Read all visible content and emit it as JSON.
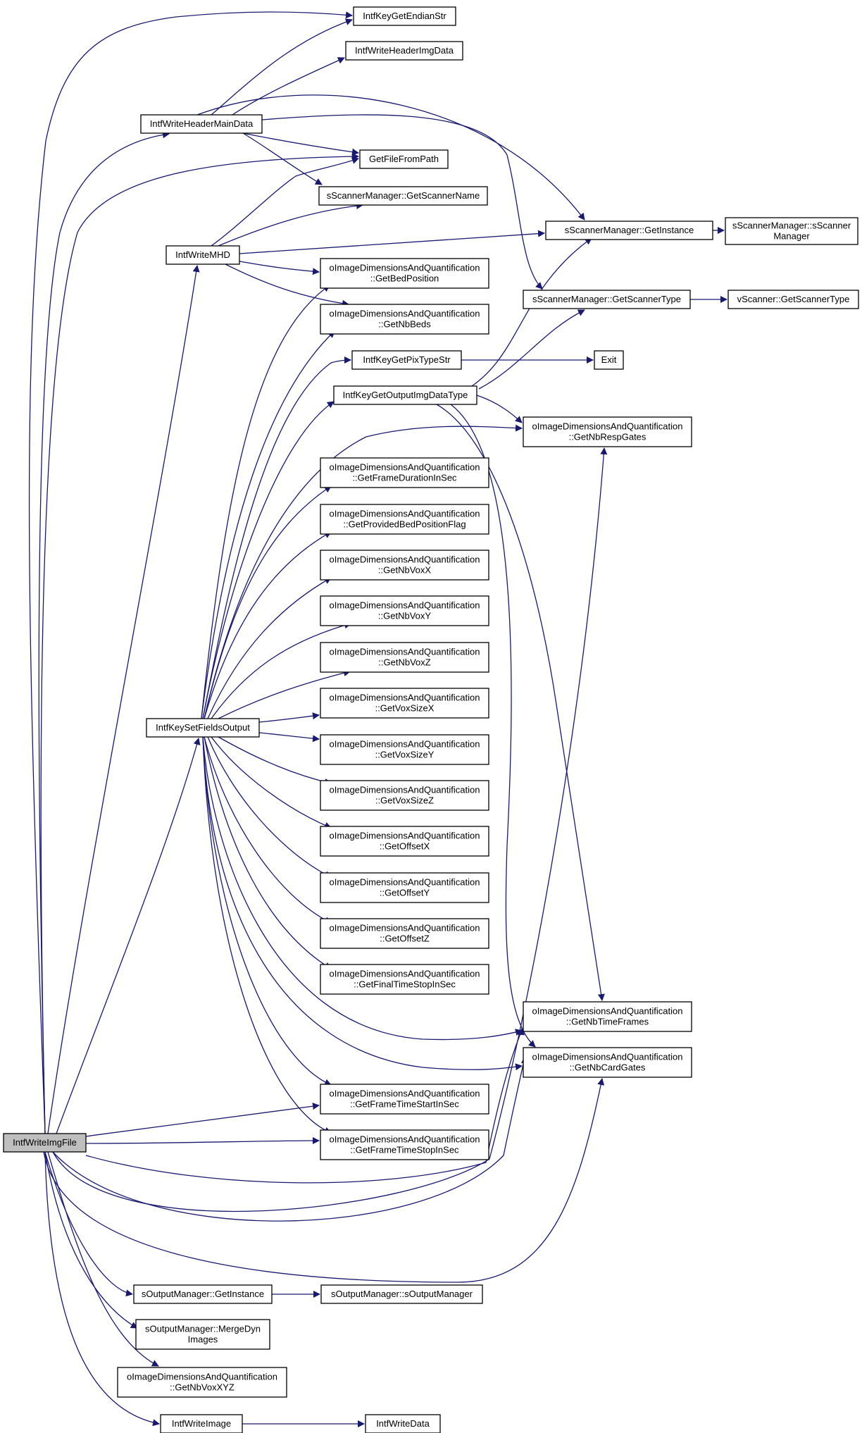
{
  "graph": {
    "edge_color": "#191970",
    "root_fill": "#bfbfbf",
    "nodes": [
      {
        "id": "root",
        "lines": [
          "IntfWriteImgFile"
        ]
      },
      {
        "id": "endian",
        "lines": [
          "IntfKeyGetEndianStr"
        ]
      },
      {
        "id": "hdrimg",
        "lines": [
          "IntfWriteHeaderImgData"
        ]
      },
      {
        "id": "hdrmain",
        "lines": [
          "IntfWriteHeaderMainData"
        ]
      },
      {
        "id": "getfile",
        "lines": [
          "GetFileFromPath"
        ]
      },
      {
        "id": "scanname",
        "lines": [
          "sScannerManager::GetScannerName"
        ]
      },
      {
        "id": "scaninst",
        "lines": [
          "sScannerManager::GetInstance"
        ]
      },
      {
        "id": "scanctor",
        "lines": [
          "sScannerManager::sScanner",
          "Manager"
        ]
      },
      {
        "id": "mhd",
        "lines": [
          "IntfWriteMHD"
        ]
      },
      {
        "id": "bedpos",
        "lines": [
          "oImageDimensionsAndQuantification",
          "::GetBedPosition"
        ]
      },
      {
        "id": "scantype",
        "lines": [
          "sScannerManager::GetScannerType"
        ]
      },
      {
        "id": "vscantype",
        "lines": [
          "vScanner::GetScannerType"
        ]
      },
      {
        "id": "nbbeds",
        "lines": [
          "oImageDimensionsAndQuantification",
          "::GetNbBeds"
        ]
      },
      {
        "id": "pixtype",
        "lines": [
          "IntfKeyGetPixTypeStr"
        ]
      },
      {
        "id": "exit",
        "lines": [
          "Exit"
        ]
      },
      {
        "id": "outtype",
        "lines": [
          "IntfKeyGetOutputImgDataType"
        ]
      },
      {
        "id": "resp",
        "lines": [
          "oImageDimensionsAndQuantification",
          "::GetNbRespGates"
        ]
      },
      {
        "id": "framedur",
        "lines": [
          "oImageDimensionsAndQuantification",
          "::GetFrameDurationInSec"
        ]
      },
      {
        "id": "provbed",
        "lines": [
          "oImageDimensionsAndQuantification",
          "::GetProvidedBedPositionFlag"
        ]
      },
      {
        "id": "voxx",
        "lines": [
          "oImageDimensionsAndQuantification",
          "::GetNbVoxX"
        ]
      },
      {
        "id": "voxy",
        "lines": [
          "oImageDimensionsAndQuantification",
          "::GetNbVoxY"
        ]
      },
      {
        "id": "voxz",
        "lines": [
          "oImageDimensionsAndQuantification",
          "::GetNbVoxZ"
        ]
      },
      {
        "id": "setfields",
        "lines": [
          "IntfKeySetFieldsOutput"
        ]
      },
      {
        "id": "vsx",
        "lines": [
          "oImageDimensionsAndQuantification",
          "::GetVoxSizeX"
        ]
      },
      {
        "id": "vsy",
        "lines": [
          "oImageDimensionsAndQuantification",
          "::GetVoxSizeY"
        ]
      },
      {
        "id": "vsz",
        "lines": [
          "oImageDimensionsAndQuantification",
          "::GetVoxSizeZ"
        ]
      },
      {
        "id": "offx",
        "lines": [
          "oImageDimensionsAndQuantification",
          "::GetOffsetX"
        ]
      },
      {
        "id": "offy",
        "lines": [
          "oImageDimensionsAndQuantification",
          "::GetOffsetY"
        ]
      },
      {
        "id": "offz",
        "lines": [
          "oImageDimensionsAndQuantification",
          "::GetOffsetZ"
        ]
      },
      {
        "id": "finalstop",
        "lines": [
          "oImageDimensionsAndQuantification",
          "::GetFinalTimeStopInSec"
        ]
      },
      {
        "id": "timeframes",
        "lines": [
          "oImageDimensionsAndQuantification",
          "::GetNbTimeFrames"
        ]
      },
      {
        "id": "cardgates",
        "lines": [
          "oImageDimensionsAndQuantification",
          "::GetNbCardGates"
        ]
      },
      {
        "id": "ftstart",
        "lines": [
          "oImageDimensionsAndQuantification",
          "::GetFrameTimeStartInSec"
        ]
      },
      {
        "id": "ftstop",
        "lines": [
          "oImageDimensionsAndQuantification",
          "::GetFrameTimeStopInSec"
        ]
      },
      {
        "id": "outinst",
        "lines": [
          "sOutputManager::GetInstance"
        ]
      },
      {
        "id": "outctor",
        "lines": [
          "sOutputManager::sOutputManager"
        ]
      },
      {
        "id": "mergedyn",
        "lines": [
          "sOutputManager::MergeDyn",
          "Images"
        ]
      },
      {
        "id": "voxxyz",
        "lines": [
          "oImageDimensionsAndQuantification",
          "::GetNbVoxXYZ"
        ]
      },
      {
        "id": "wimage",
        "lines": [
          "IntfWriteImage"
        ]
      },
      {
        "id": "wdata",
        "lines": [
          "IntfWriteData"
        ]
      }
    ]
  }
}
